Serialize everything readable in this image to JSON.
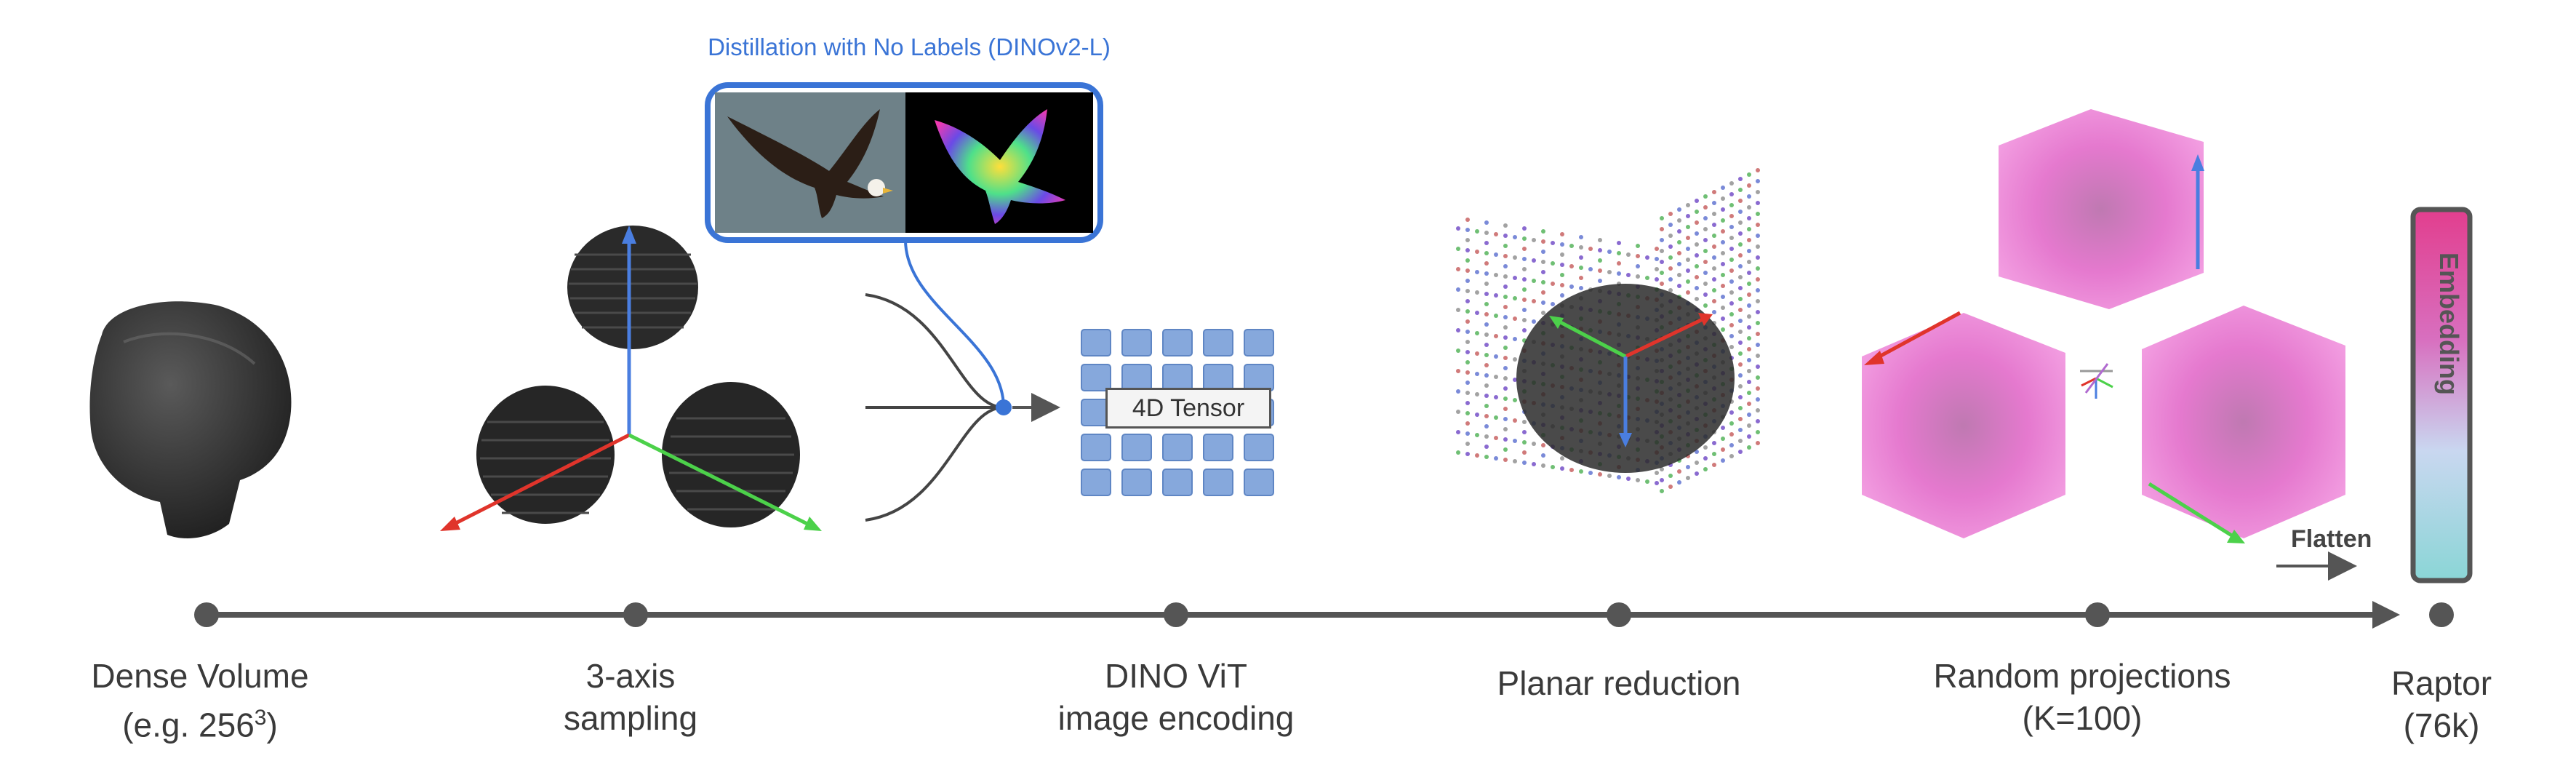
{
  "dino_box": {
    "title": "Distillation with No Labels (DINOv2-L)"
  },
  "tensor_label": "4D Tensor",
  "flatten_label": "Flatten",
  "embedding_label": "Embedding",
  "stages": [
    {
      "line1": "Dense Volume",
      "line2_prefix": "(e.g. 256",
      "line2_sup": "3",
      "line2_suffix": ")"
    },
    {
      "line1": "3-axis",
      "line2": "sampling"
    },
    {
      "line1": "DINO ViT",
      "line2": "image encoding"
    },
    {
      "line1": "Planar reduction"
    },
    {
      "line1": "Random projections",
      "line2": "(K=100)"
    },
    {
      "line1": "Raptor",
      "line2": "(76k)"
    }
  ],
  "colors": {
    "timeline": "#555555",
    "accent_blue": "#3a74d6",
    "axis_red": "#e0342b",
    "axis_green": "#4cd14a",
    "axis_blue": "#4a7ee0",
    "tensor_cube": "#86a8dc"
  }
}
